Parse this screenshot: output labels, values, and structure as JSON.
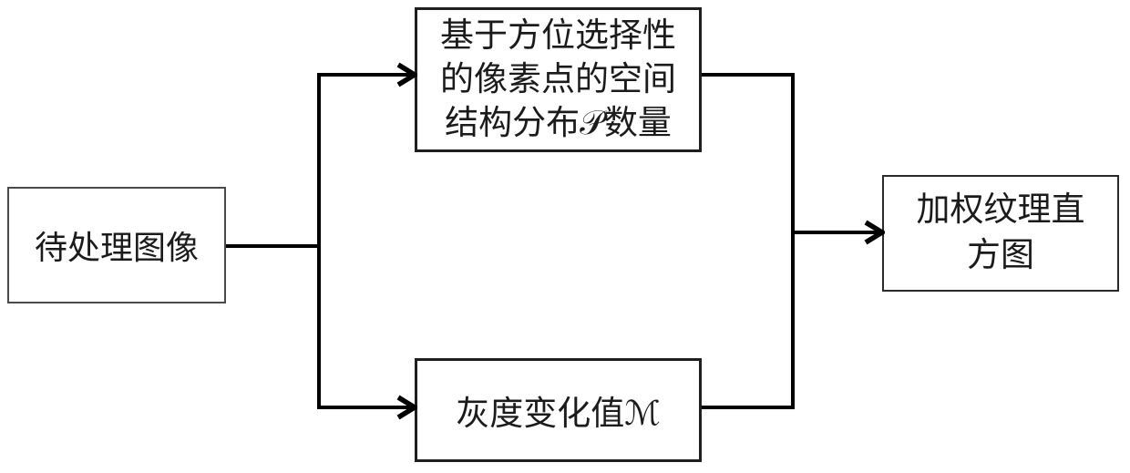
{
  "nodes": {
    "input": {
      "label": "待处理图像"
    },
    "spatial_structure": {
      "lines": [
        "基于方位选择性",
        "的像素点的空间",
        "结构分布𝒫数量"
      ],
      "full_label": "基于方位选择性的像素点的空间结构分布𝒫数量"
    },
    "gray_change": {
      "label": "灰度变化值ℳ"
    },
    "weighted_histogram": {
      "lines": [
        "加权纹理直",
        "方图"
      ],
      "full_label": "加权纹理直方图"
    }
  },
  "symbols": {
    "script_p": "𝒫",
    "script_m": "ℳ"
  },
  "colors": {
    "connector": "#000000",
    "node_border_dark": "#1f1f1f",
    "node_border_gray": "#4a4a4a",
    "text": "#1b1b1b",
    "background": "#ffffff"
  }
}
